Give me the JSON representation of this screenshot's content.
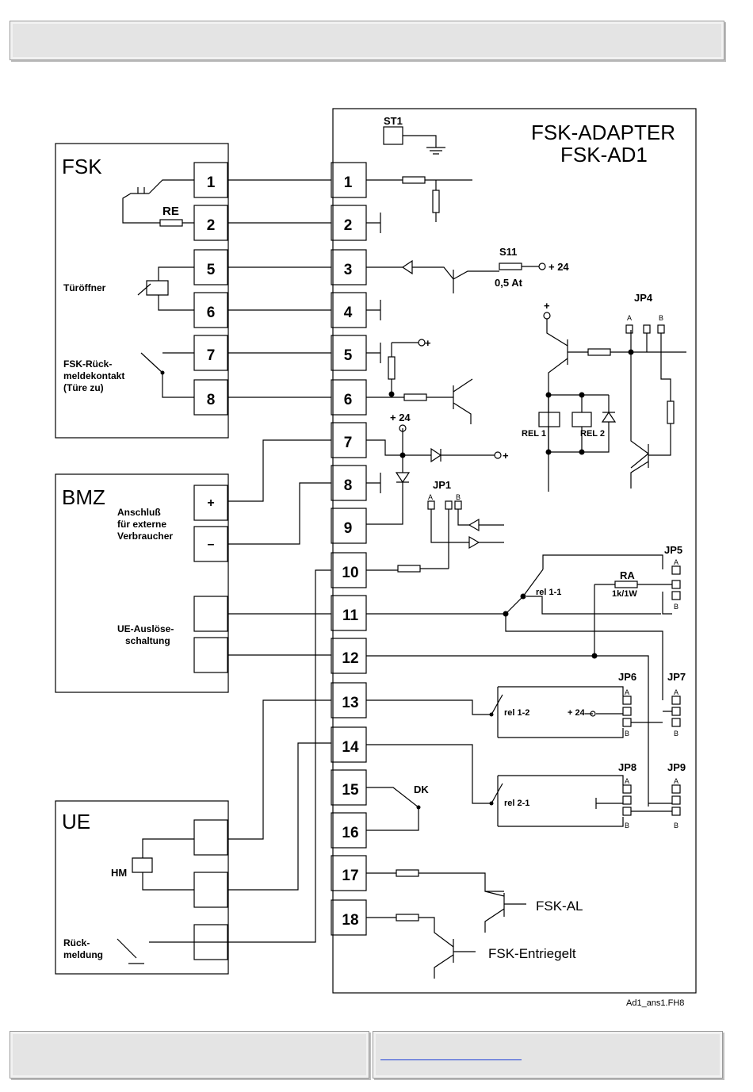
{
  "header": {},
  "footer": {
    "link_text": ""
  },
  "diagram": {
    "title_line1": "FSK-ADAPTER",
    "title_line2": "FSK-AD1",
    "file_ref": "Ad1_ans1.FH8",
    "st1": "ST1",
    "fsk": {
      "title": "FSK",
      "terminals": [
        "1",
        "2",
        "5",
        "6",
        "7",
        "8"
      ],
      "re_label": "RE",
      "door_opener": "Türöffner",
      "feedback_line1": "FSK-Rück-",
      "feedback_line2": "meldekontakt",
      "feedback_line3": "(Türe zu)"
    },
    "bmz": {
      "title": "BMZ",
      "plus": "+",
      "minus": "–",
      "ext_line1": "Anschluß",
      "ext_line2": "für externe",
      "ext_line3": "Verbraucher",
      "ue_line1": "UE-Auslöse-",
      "ue_line2": "schaltung"
    },
    "ue": {
      "title": "UE",
      "hm": "HM",
      "feedback_line1": "Rück-",
      "feedback_line2": "meldung"
    },
    "adapter_terminals": [
      "1",
      "2",
      "3",
      "4",
      "5",
      "6",
      "7",
      "8",
      "9",
      "10",
      "11",
      "12",
      "13",
      "14",
      "15",
      "16",
      "17",
      "18"
    ],
    "components": {
      "s11": "S11",
      "s11_rating": "0,5 At",
      "plus24": "+ 24",
      "plus": "+",
      "rel1": "REL 1",
      "rel2": "REL 2",
      "jp1": "JP1",
      "jp4": "JP4",
      "jp5": "JP5",
      "jp6": "JP6",
      "jp7": "JP7",
      "jp8": "JP8",
      "jp9": "JP9",
      "a": "A",
      "b": "B",
      "ra": "RA",
      "ra_value": "1k/1W",
      "rel11": "rel 1-1",
      "rel12": "rel 1-2",
      "rel21": "rel 2-1",
      "dk": "DK",
      "fsk_al": "FSK-AL",
      "fsk_entriegelt": "FSK-Entriegelt"
    }
  }
}
